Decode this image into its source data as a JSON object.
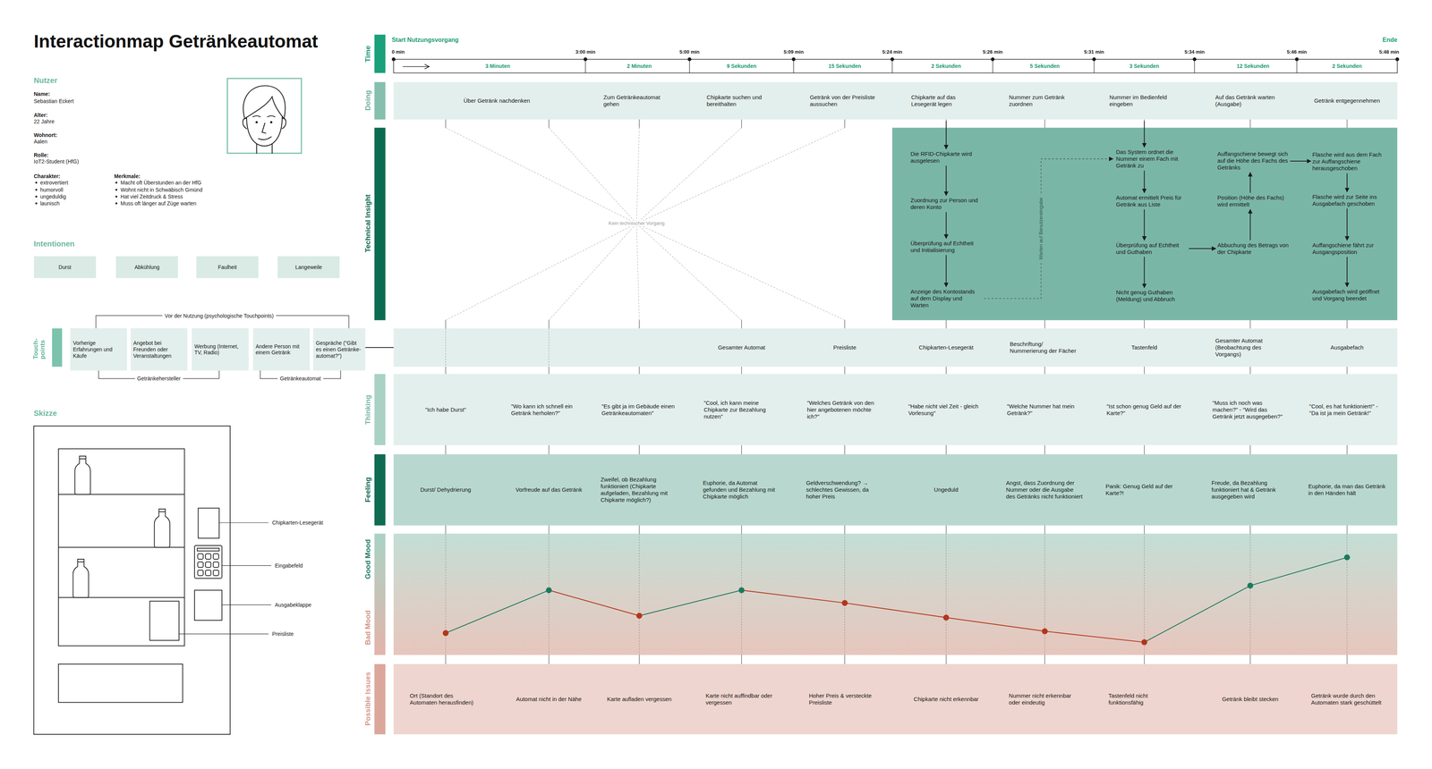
{
  "diagram": {
    "title": "Interactionmap Getränkeautomat",
    "nodes": [
      {
        "text": [
          "Durst"
        ]
      },
      {
        "text": [
          "Abkühlung"
        ]
      },
      {
        "text": [
          "Faulheit"
        ]
      },
      {
        "text": [
          "Langeweile"
        ]
      },
      {
        "text": [
          "Vorherige Erfahrungen und Käufe"
        ]
      },
      {
        "text": [
          "Angebot bei Freunden oder Veranstaltungen"
        ]
      },
      {
        "text": [
          "Werbung (Internet, TV, Radio)"
        ]
      },
      {
        "text": [
          "Andere Person mit einem Getränk"
        ]
      },
      {
        "text": [
          "Gespräche (\"Gibt es einen Getränke-automat?\")"
        ]
      },
      {
        "text": [
          "3 Minuten",
          "2 Minuten",
          "9 Sekunden",
          "15 Sekunden",
          "2 Sekunden",
          "5 Sekunden",
          "3 Sekunden",
          "12 Sekunden",
          "2 Sekunden"
        ]
      },
      {
        "text": [
          "Über Getränk nachdenken",
          "Zum Getränkeautomat gehen",
          "Chipkarte suchen und bereithalten",
          "Getränk von der Preisliste aussuchen",
          "Chipkarte auf das Lesegerät legen",
          "Nummer zum Getränk zuordnen",
          "Nummer im Bedienfeld eingeben",
          "Auf das Getränk warten (Ausgabe)",
          "Getränk entgegennehmen"
        ]
      },
      {
        "text": [
          "Die RFID-Chipkarte wird ausgelesen"
        ]
      },
      {
        "text": [
          "Zuordnung zur Person und deren Konto"
        ]
      },
      {
        "text": [
          "Überprüfung auf Echtheit und Initialisierung"
        ]
      },
      {
        "text": [
          "Anzeige des Kontostands auf dem Display und Warten"
        ]
      },
      {
        "text": [
          "Das System ordnet die Nummer einem Fach mit Getränk zu"
        ]
      },
      {
        "text": [
          "Automat ermittelt Preis für Getränk aus Liste"
        ]
      },
      {
        "text": [
          "Überprüfung auf Echtheit und Guthaben"
        ]
      },
      {
        "text": [
          "Nicht genug Guthaben (Meldung) und Abbruch"
        ]
      },
      {
        "text": [
          "Auffangschiene bewegt sich auf die Höhe des Fachs des Getränks"
        ]
      },
      {
        "text": [
          "Position (Höhe des Fachs) wird ermittelt"
        ]
      },
      {
        "text": [
          "Abbuchung des Betrags von der Chipkarte"
        ]
      },
      {
        "text": [
          "Flasche wird aus dem Fach zur Auffangschiene herausgeschoben"
        ]
      },
      {
        "text": [
          "Flasche wird zur Seite ins Ausgabefach geschoben"
        ]
      },
      {
        "text": [
          "Auffangschiene fährt zur Ausgangsposition"
        ]
      },
      {
        "text": [
          "Ausgabefach wird geöffnet und Vorgang beendet"
        ]
      },
      {
        "text": [
          "Gesamter Automat",
          "Preisliste",
          "Chipkarten-Lesegerät",
          "Beschriftung/ Nummerierung der Fächer",
          "Tastenfeld",
          "Gesamter Automat (Beobachtung des Vorgangs)",
          "Ausgabefach"
        ]
      },
      {
        "text": [
          "\"Ich habe Durst\"",
          "\"Wo kann ich schnell ein Getränk herholen?\"",
          "\"Es gibt ja im Gebäude einen Getränkeautomaten\"",
          "\"Cool, ich kann meine Chipkarte zur Bezahlung nutzen\"",
          "\"Welches Getränk von den hier angebotenen möchte ich?\"",
          "\"Habe nicht viel Zeit - gleich Vorlesung\"",
          "\"Welche Nummer hat mein Getränk?\"",
          "\"Ist schon genug Geld auf der Karte?\"",
          "\"Muss ich noch was machen?\" - \"Wird das Getränk jetzt ausgegeben?\"",
          "\"Cool, es hat funktioniert!\" - \"Da ist ja mein Getränk!\""
        ]
      },
      {
        "text": [
          "Durst/ Dehydrierung",
          "Vorfreude auf das Getränk",
          "Zweifel, ob Bezahlung funktioniert (Chipkarte aufgeladen, Bezahlung mit Chipkarte möglich?)",
          "Euphorie, da Automat gefunden und Bezahlung mit Chipkarte möglich",
          "Geldverschwendung? → schlechtes Gewissen, da hoher Preis",
          "Ungeduld",
          "Angst, dass Zuordnung der Nummer oder die Ausgabe des Getränks nicht funktioniert",
          "Panik: Genug Geld auf der Karte?!",
          "Freude, da Bezahlung funktioniert hat & Getränk ausgegeben wird",
          "Euphorie, da man das Getränk in den Händen hält"
        ]
      },
      {
        "text": [
          "Ort (Standort des Automaten herausfinden)",
          "Automat nicht in der Nähe",
          "Karte aufladen vergessen",
          "Karte nicht auffindbar oder vergessen",
          "Hoher Preis & versteckte Preisliste",
          "Chipkarte nicht erkennbar",
          "Nummer nicht erkennbar oder eindeutig",
          "Tastenfeld nicht funktionsfähig",
          "Getränk bleibt stecken",
          "Getränk wurde durch den Automaten stark geschüttelt"
        ]
      }
    ],
    "edges": [
      {
        "from": 10,
        "to": 11,
        "arrow": "to"
      },
      {
        "from": 10,
        "to": 15,
        "arrow": "to"
      },
      {
        "from": 11,
        "to": 12,
        "arrow": "to"
      },
      {
        "from": 12,
        "to": 13,
        "arrow": "to"
      },
      {
        "from": 13,
        "to": 14,
        "arrow": "to"
      },
      {
        "from": 14,
        "to": 15,
        "label": "Warten auf Benutzereingabe",
        "arrow": "to"
      },
      {
        "from": 15,
        "to": 16,
        "arrow": "to"
      },
      {
        "from": 16,
        "to": 17,
        "arrow": "to"
      },
      {
        "from": 17,
        "to": 18,
        "arrow": "to"
      },
      {
        "from": 17,
        "to": 21,
        "arrow": "to"
      },
      {
        "from": 21,
        "to": 20,
        "arrow": "to"
      },
      {
        "from": 20,
        "to": 19,
        "arrow": "to"
      },
      {
        "from": 19,
        "to": 22,
        "arrow": "to"
      },
      {
        "from": 22,
        "to": 23,
        "arrow": "to"
      },
      {
        "from": 23,
        "to": 24,
        "arrow": "to"
      },
      {
        "from": 24,
        "to": 25,
        "arrow": "to"
      },
      {
        "from": 8,
        "to": 26,
        "arrow": "none"
      }
    ],
    "labels": [
      "Nutzer",
      "Name:",
      "Sebastian Eckert",
      "Alter:",
      "22 Jahre",
      "Wohnort:",
      "Aalen",
      "Rolle:",
      "IoT2-Student (HfG)",
      "Charakter:",
      "extrovertiert",
      "humorvoll",
      "ungeduldig",
      "launisch",
      "Merkmale:",
      "Macht oft Überstunden an der HfG",
      "Wohnt nicht in Schwäbisch Gmünd",
      "Hat viel Zeitdruck & Stress",
      "Muss oft länger auf Züge warten",
      "Intentionen",
      "Touch-points",
      "Vor der Nutzung (psychologische Touchpoints)",
      "Getränkehersteller",
      "Getränkeautomat",
      "Skizze",
      "Chipkarten-Lesegerät",
      "Eingabefeld",
      "Ausgabeklappe",
      "Preisliste",
      "Time",
      "Start Nutzungsvorgang",
      "Ende",
      "0 min",
      "3:00 min",
      "5:00 min",
      "5:09 min",
      "5:24 min",
      "5:26 min",
      "5:31 min",
      "5:34 min",
      "5:46 min",
      "5:48 min",
      "Doing",
      "Technical Insight",
      "Kein technischer Vorgang",
      "Thinking",
      "Feeling",
      "Good Mood",
      "Bad Mood",
      "Possible Issues"
    ]
  }
}
